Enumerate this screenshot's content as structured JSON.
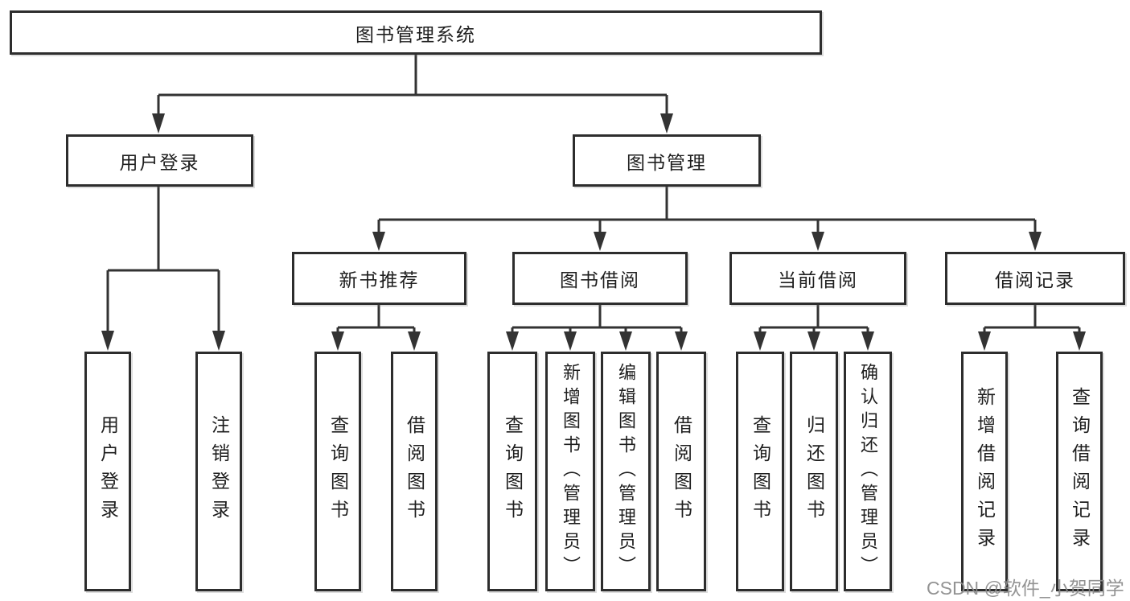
{
  "diagram": {
    "tree": {
      "root": {
        "label": "图书管理系统"
      },
      "branches": [
        {
          "label": "用户登录",
          "children": [
            {
              "label": "用户登录"
            },
            {
              "label": "注销登录"
            }
          ]
        },
        {
          "label": "图书管理",
          "children": [
            {
              "label": "新书推荐",
              "children": [
                {
                  "label": "查询图书"
                },
                {
                  "label": "借阅图书"
                }
              ]
            },
            {
              "label": "图书借阅",
              "children": [
                {
                  "label": "查询图书"
                },
                {
                  "label": "新增图书（管理员）"
                },
                {
                  "label": "编辑图书（管理员）"
                },
                {
                  "label": "借阅图书"
                }
              ]
            },
            {
              "label": "当前借阅",
              "children": [
                {
                  "label": "查询图书"
                },
                {
                  "label": "归还图书"
                },
                {
                  "label": "确认归还（管理员）"
                }
              ]
            },
            {
              "label": "借阅记录",
              "children": [
                {
                  "label": "新增借阅记录"
                },
                {
                  "label": "查询借阅记录"
                }
              ]
            }
          ]
        }
      ]
    },
    "colors": {
      "line": "#333333",
      "border": "#2d2d2d",
      "text": "#1e1e1e",
      "background": "#ffffff",
      "watermark": "#8a8a8a"
    }
  },
  "watermark": {
    "text": "CSDN @软件_小贺同学"
  }
}
